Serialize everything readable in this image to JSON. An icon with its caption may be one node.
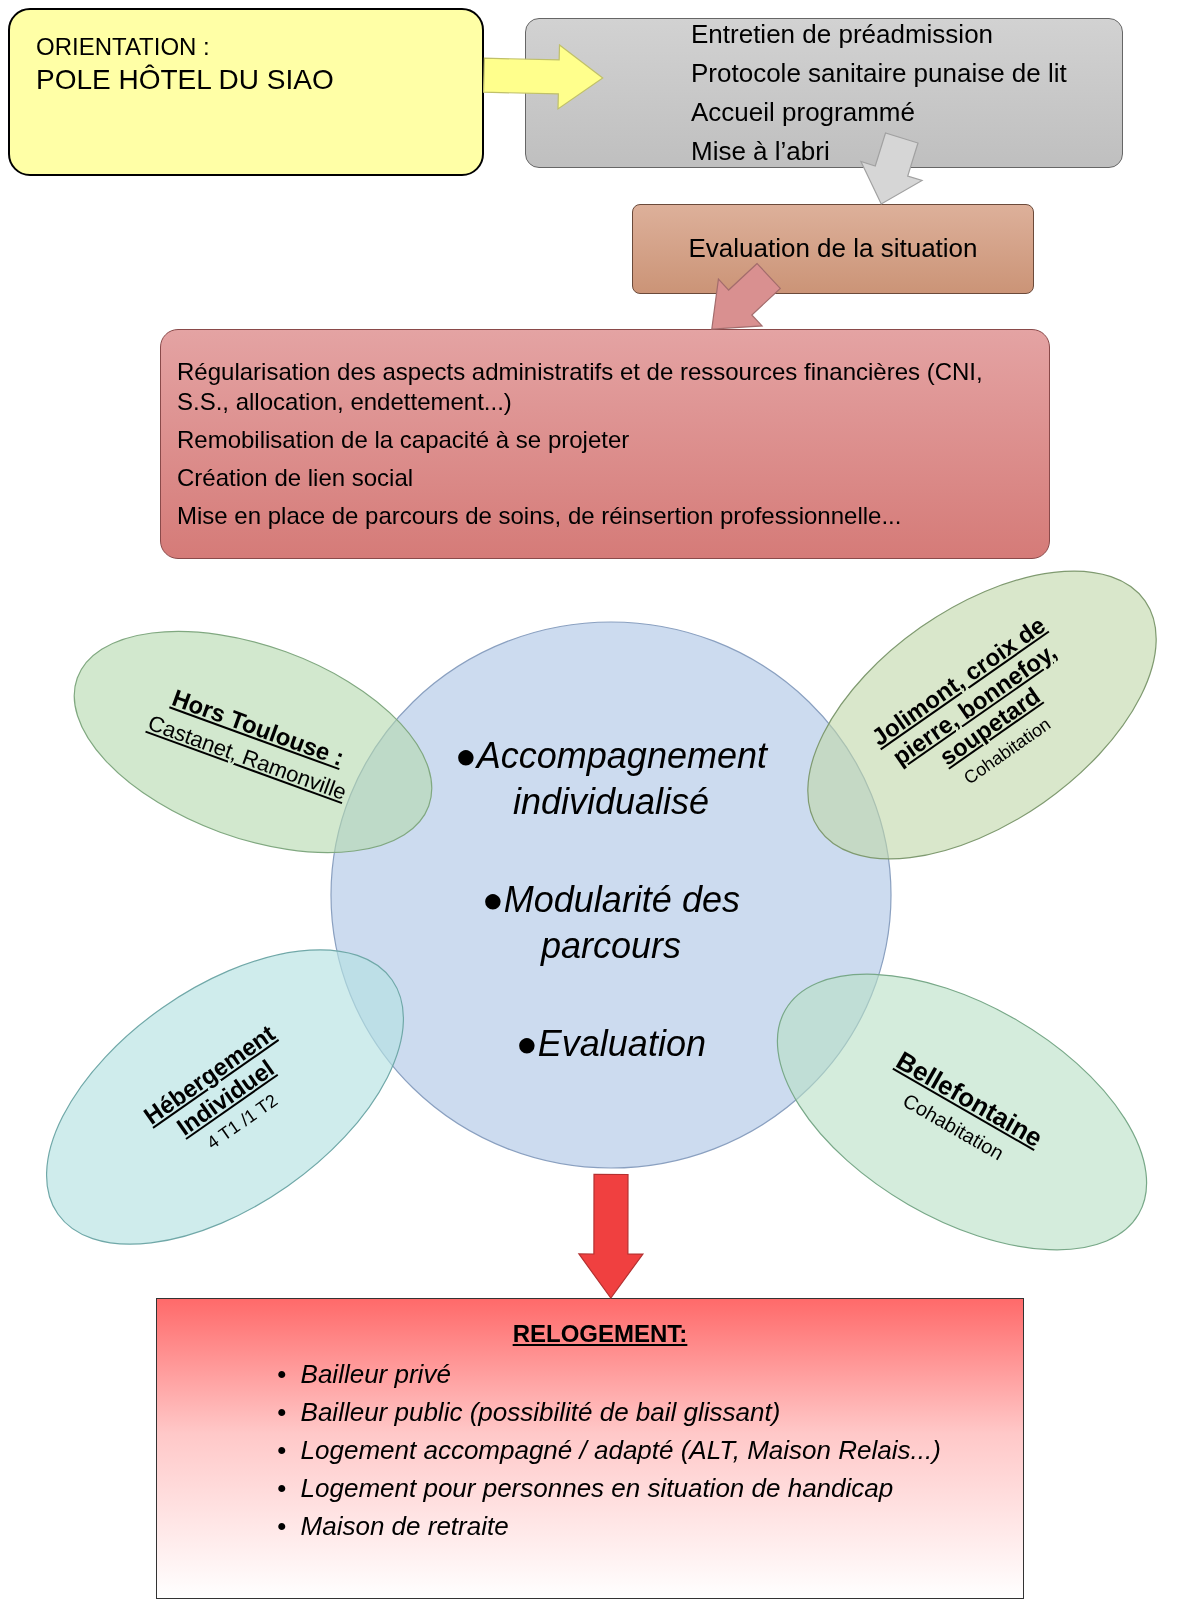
{
  "diagram": {
    "nodes": [
      {
        "text": [
          "ORIENTATION :",
          "POLE HÔTEL DU SIAO"
        ]
      },
      {
        "text": [
          "Entretien de préadmission",
          "Protocole sanitaire punaise de lit",
          "Accueil programmé",
          "Mise à l’abri"
        ]
      },
      {
        "text": [
          "Evaluation de la situation"
        ]
      },
      {
        "text": [
          "Régularisation des aspects administratifs et de ressources financières (CNI, S.S., allocation, endettement...)",
          "Remobilisation de la capacité à se projeter",
          "Création de lien social",
          "Mise en place de parcours de soins, de réinsertion professionnelle..."
        ]
      },
      {
        "text": [
          "●Accompagnement individualisé",
          "●Modularité des parcours",
          "●Evaluation"
        ]
      },
      {
        "text": [
          "Hors Toulouse :",
          "Castanet, Ramonville"
        ]
      },
      {
        "text": [
          "Jolimont, croix de pierre, bonnefoy, soupetard",
          "Cohabitation"
        ]
      },
      {
        "text": [
          "Hébergement Individuel",
          "4 T1 /1 T2"
        ]
      },
      {
        "text": [
          "Bellefontaine",
          "Cohabitation"
        ]
      },
      {
        "text": [
          "RELOGEMENT:",
          "•  Bailleur privé",
          "•  Bailleur public (possibilité de bail glissant)",
          "•  Logement accompagné / adapté (ALT, Maison Relais...)",
          "•  Logement pour personnes en situation de handicap",
          "•  Maison de retraite"
        ]
      }
    ],
    "edges": [
      {
        "from": 0,
        "to": 1,
        "arrow": "to",
        "style": "thick",
        "color": "#ffff8c"
      },
      {
        "from": 1,
        "to": 2,
        "arrow": "to",
        "style": "thick",
        "color": "#d6d6d6"
      },
      {
        "from": 2,
        "to": 3,
        "arrow": "to",
        "style": "thick",
        "color": "#d99090"
      },
      {
        "from": 4,
        "to": 9,
        "arrow": "to",
        "style": "thick",
        "color": "#f04040"
      }
    ]
  }
}
